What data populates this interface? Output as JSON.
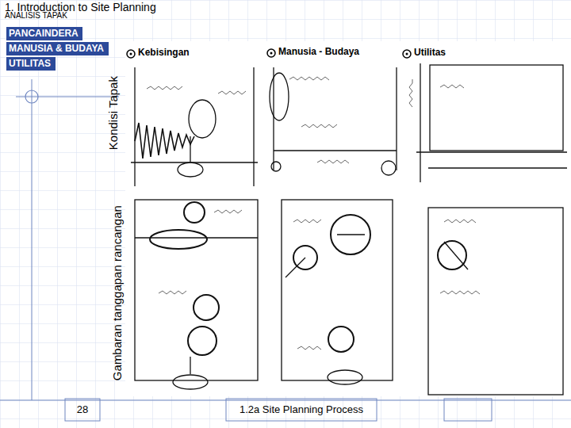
{
  "diagram": {
    "title": "1. Introduction to Site Planning",
    "nodes": [
      {
        "text": [
          "PANCAINDERA"
        ]
      },
      {
        "text": [
          "MANUSIA & BUDAYA"
        ]
      },
      {
        "text": [
          "UTILITAS"
        ]
      }
    ],
    "labels": [
      "ANALISIS TAPAK",
      "Kebisingan",
      "Manusia - Budaya",
      "Utilitas",
      "Kondisi Tapak",
      "Gambaran tanggapan rancangan",
      "28",
      "1.2a Site Planning Process"
    ]
  }
}
